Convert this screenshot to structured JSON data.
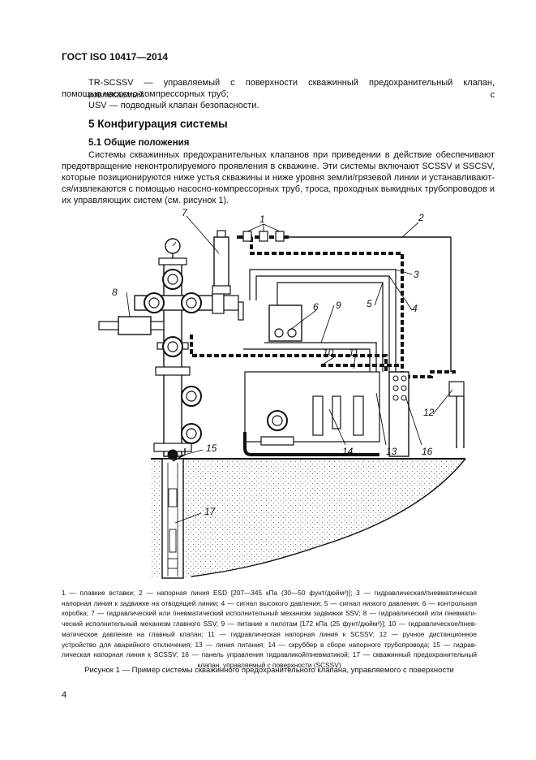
{
  "header": "ГОСТ  ISO 10417—2014",
  "defs": [
    "TR-SCSSV — управляемый с поверхности скважинный предохранительный клапан, извлекаемый с",
    "помощью насосно-компрессорных труб;",
    "USV — подводный клапан безопасности."
  ],
  "section_title": "5  Конфигурация системы",
  "subsection_title": "5.1  Общие положения",
  "body_lines": [
    "Системы скважинных предохранительных клапанов при приведении в действие обеспечивают",
    "предотвращение неконтролируемого проявления в скважине. Эти системы включают SCSSV и SSCSV,",
    "которые позиционируются ниже устья скважины и ниже уровня земли/грязевой линии и устанавливают-",
    "ся/извлекаются с помощью насосно-компрессорных труб, троса, проходных выкидных трубопроводов и",
    "их управляющих систем (см. рисунок 1)."
  ],
  "figure_labels": [
    "1",
    "2",
    "3",
    "4",
    "5",
    "6",
    "7",
    "8",
    "9",
    "10",
    "11",
    "12",
    "13",
    "14",
    "15",
    "16",
    "17"
  ],
  "legend_lines": [
    "1 — плавкие вставки; 2 — напорная линия ESD [207—345 кПа (30—50 фунт/дюйм²)]; 3 — гидравлическая/пневматическая",
    "напорная линия к задвижке на отводящей линии; 4 — сигнал высокого давления; 5 — сигнал низкого давления; 6 — контрольная",
    "коробка; 7 — гидравлический или пневматический исполнительный механизм задвижки SSV; 8 — гидравлический или пневмати-",
    "ческий исполнительный механизм главного SSV; 9 — питание к пилотам [172 кПа (25 фунт/дюйм²)]; 10 — гидравлическое/пнев-",
    "матическое давление на главный клапан; 11 — гидравлическая напорная линия к SCSSV; 12 — ручное дистанционное",
    "устройство для аварийного отключения; 13 — линия питания; 14 — скруббер в сборе напорного трубопровода; 15 — гидрав-",
    "лическая напорная линия к SCSSV; 16 — панель управления гидравликой/пневматикой; 17 — скважинный предохранительный",
    "клапан, управляемый с поверхности (SCSSV)"
  ],
  "caption": "Рисунок  1 — Пример системы скважинного предохранительного клапана, управляемого с поверхности",
  "page_number": "4"
}
